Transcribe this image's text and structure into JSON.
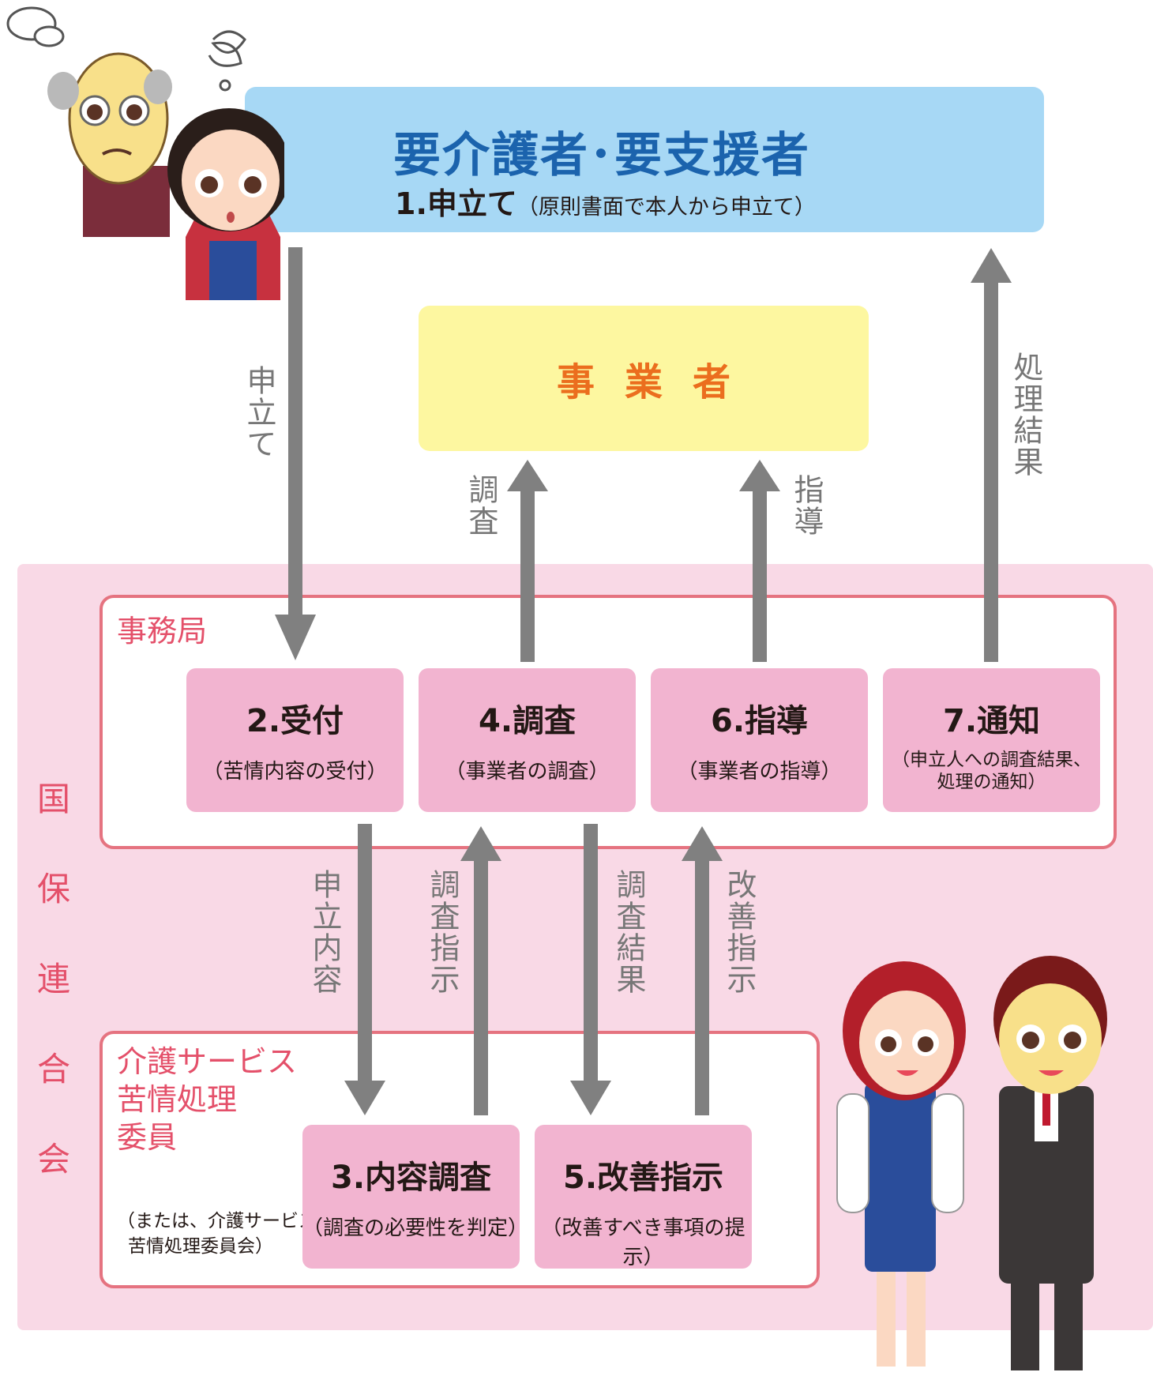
{
  "applicant": {
    "title": "要介護者･要支援者",
    "step_label": "1.申立て",
    "step_note": "（原則書面で本人から申立て）"
  },
  "operator": {
    "title": "事業者"
  },
  "association": {
    "label": "国保連合会"
  },
  "secretariat": {
    "label": "事務局",
    "steps": [
      {
        "title": "2.受付",
        "desc": "（苦情内容の受付）"
      },
      {
        "title": "4.調査",
        "desc": "（事業者の調査）"
      },
      {
        "title": "6.指導",
        "desc": "（事業者の指導）"
      },
      {
        "title": "7.通知",
        "desc_line1": "申立人への調査結果、",
        "desc_line2": "処理の通知"
      }
    ]
  },
  "committee": {
    "label_line1": "介護サービス",
    "label_line2": "苦情処理",
    "label_line3": "委員",
    "note_line1": "（または、介護サービス",
    "note_line2": "苦情処理委員会）",
    "steps": [
      {
        "title": "3.内容調査",
        "desc": "（調査の必要性を判定）"
      },
      {
        "title": "5.改善指示",
        "desc": "（改善すべき事項の提示）"
      }
    ]
  },
  "arrows": {
    "application": "申立て",
    "investigation": "調査",
    "guidance": "指導",
    "result": "処理結果",
    "complaint_content": "申立内容",
    "investigation_instruction": "調査指示",
    "investigation_result": "調査結果",
    "improvement_instruction": "改善指示"
  },
  "colors": {
    "applicant_box": "#a7d8f5",
    "applicant_title": "#1b63ad",
    "operator_box": "#fdf7a0",
    "operator_title": "#eb6e1e",
    "association_bg": "#f9d9e6",
    "accent_pink": "#e4506a",
    "step_box": "#f2b4d0",
    "arrow": "#808080"
  }
}
